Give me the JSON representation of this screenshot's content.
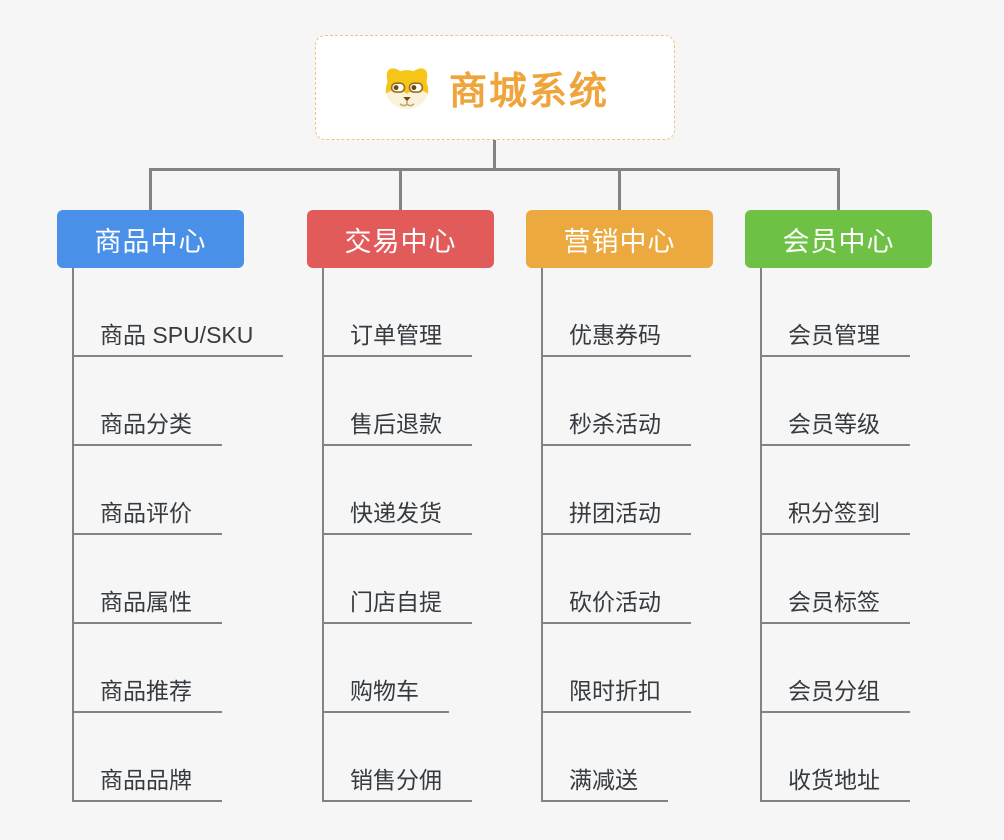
{
  "root": {
    "label": "商城系统",
    "icon": "dog-face-icon",
    "text_color": "#efa53c",
    "border_color": "#f0c47e",
    "background": "#ffffff"
  },
  "canvas_background": "#f6f6f6",
  "connector_color": "#838383",
  "leaf_text_color": "#363b40",
  "branches": [
    {
      "label": "商品中心",
      "color": "#4a90e8",
      "items": [
        "商品 SPU/SKU",
        "商品分类",
        "商品评价",
        "商品属性",
        "商品推荐",
        "商品品牌"
      ]
    },
    {
      "label": "交易中心",
      "color": "#e25b5b",
      "items": [
        "订单管理",
        "售后退款",
        "快递发货",
        "门店自提",
        "购物车",
        "销售分佣"
      ]
    },
    {
      "label": "营销中心",
      "color": "#eca93f",
      "items": [
        "优惠券码",
        "秒杀活动",
        "拼团活动",
        "砍价活动",
        "限时折扣",
        "满减送"
      ]
    },
    {
      "label": "会员中心",
      "color": "#6ec144",
      "items": [
        "会员管理",
        "会员等级",
        "积分签到",
        "会员标签",
        "会员分组",
        "收货地址"
      ]
    }
  ]
}
